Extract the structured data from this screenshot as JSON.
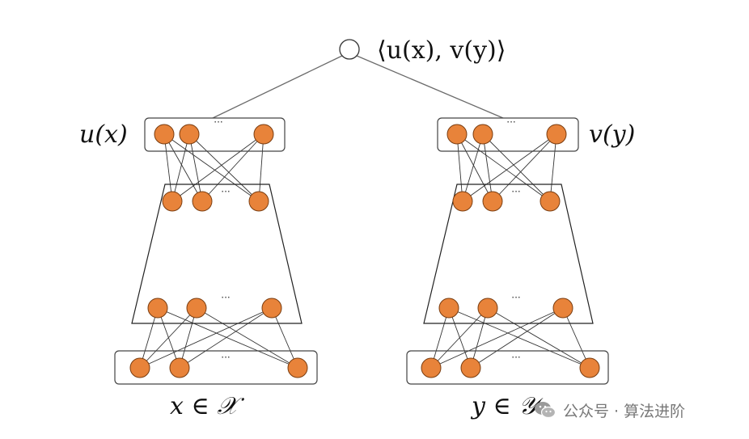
{
  "labels": {
    "top_output": "⟨u(x), v(y)⟩",
    "left_embedding": "u(x)",
    "right_embedding": "v(y)",
    "left_input": "x ∈ 𝒳",
    "right_input": "y ∈ 𝒴",
    "ellipsis": "···"
  },
  "watermark": {
    "text": "公众号 · 算法进阶"
  },
  "colors": {
    "node_fill": "#e8833a",
    "node_stroke": "#7a3d10",
    "edge": "#333333",
    "top_edge": "#6b6b6b",
    "box_stroke": "#444444"
  },
  "icons": {
    "output_node": "hollow-circle",
    "watermark_logo": "wechat-icon"
  }
}
